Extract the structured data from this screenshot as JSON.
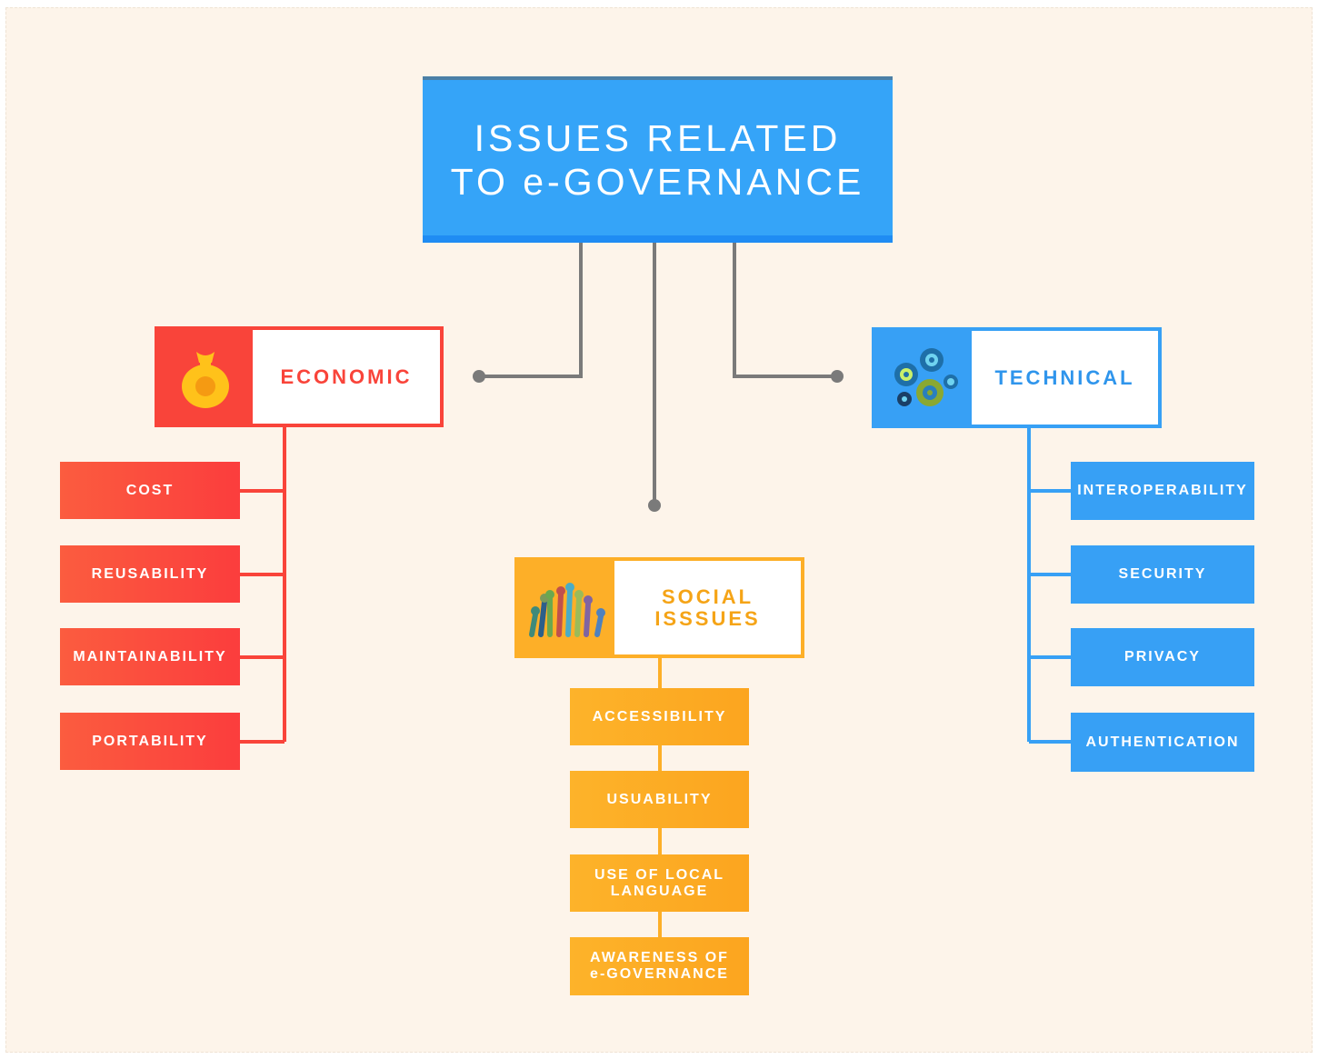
{
  "title": {
    "line1": "ISSUES RELATED",
    "line2": "TO e-GOVERNANCE"
  },
  "colors": {
    "economic": "#f9443a",
    "technical": "#37a0f5",
    "social": "#fdaf28",
    "title_box": "#35a4f8",
    "connector": "#7a7a7a",
    "background": "#fdf4ea"
  },
  "categories": {
    "economic": {
      "label": "ECONOMIC",
      "icon": "money-bag-icon",
      "items": [
        "COST",
        "REUSABILITY",
        "MAINTAINABILITY",
        "PORTABILITY"
      ]
    },
    "social": {
      "label_line1": "SOCIAL",
      "label_line2": "ISSSUES",
      "icon": "raised-hands-icon",
      "items": [
        {
          "line1": "ACCESSIBILITY",
          "line2": ""
        },
        {
          "line1": "USUABILITY",
          "line2": ""
        },
        {
          "line1": "USE OF LOCAL",
          "line2": "LANGUAGE"
        },
        {
          "line1": "AWARENESS OF",
          "line2": "e-GOVERNANCE"
        }
      ]
    },
    "technical": {
      "label": "TECHNICAL",
      "icon": "gears-icon",
      "items": [
        "INTEROPERABILITY",
        "SECURITY",
        "PRIVACY",
        "AUTHENTICATION"
      ]
    }
  }
}
